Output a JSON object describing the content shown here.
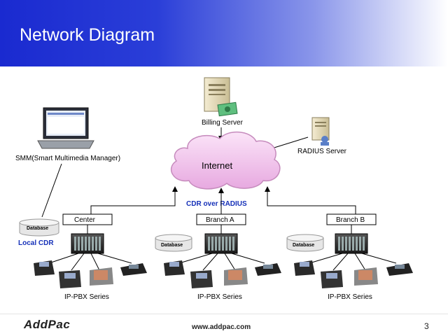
{
  "slide": {
    "title": "Network Diagram",
    "page_number": "3"
  },
  "footer": {
    "logo": "AddPac",
    "url": "www.addpac.com"
  },
  "diagram": {
    "internet_label": "Internet",
    "billing_server_label": "Billing Server",
    "radius_server_label": "RADIUS Server",
    "smm_label": "SMM(Smart Multimedia Manager)",
    "cdr_label": "CDR over RADIUS",
    "local_cdr_label": "Local CDR",
    "database_label": "Database",
    "sites": [
      {
        "name": "Center",
        "series": "IP-PBX Series"
      },
      {
        "name": "Branch A",
        "series": "IP-PBX Series"
      },
      {
        "name": "Branch B",
        "series": "IP-PBX Series"
      }
    ]
  },
  "colors": {
    "header_start": "#1a2ad0",
    "cloud_fill": "#f2c6ee",
    "cdr_text": "#1530b8"
  }
}
